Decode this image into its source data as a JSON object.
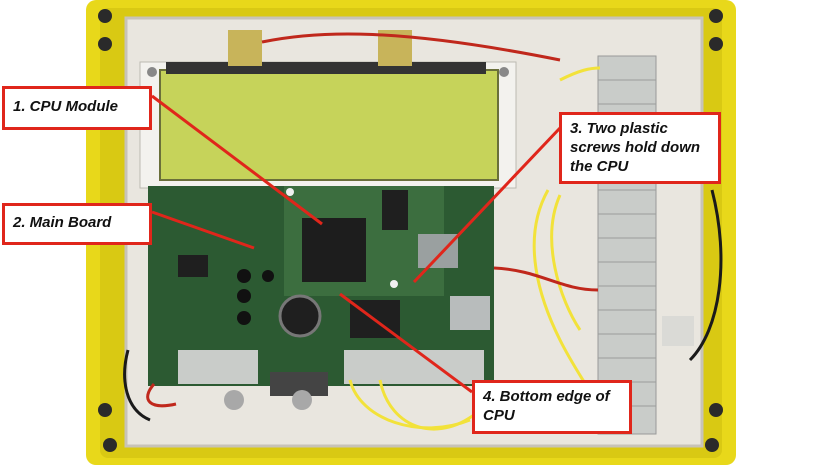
{
  "photo": {
    "subject": "controller-enclosure-interior",
    "colors": {
      "enclosure": "#e8d81a",
      "backplate": "#e9e6df",
      "lcd": "#c6d35a",
      "pcb": "#2c5a32",
      "terminal": "#c9ccc9",
      "wire_yellow": "#f2e23a",
      "wire_red": "#c0281c",
      "callout_border": "#e0261b"
    }
  },
  "callouts": [
    {
      "id": "cpu-module",
      "text": "1. CPU Module"
    },
    {
      "id": "main-board",
      "text": "2. Main Board"
    },
    {
      "id": "plastic-screws",
      "text": "3. Two plastic screws hold down the CPU"
    },
    {
      "id": "bottom-edge",
      "text": "4. Bottom edge of CPU"
    }
  ]
}
